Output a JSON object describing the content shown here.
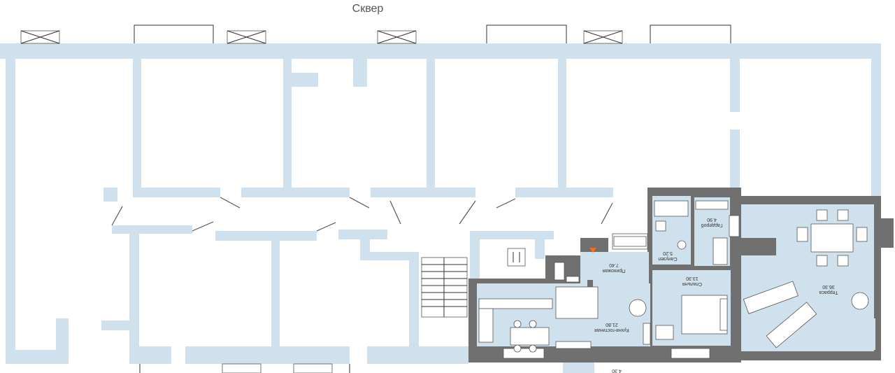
{
  "header": {
    "street_label": "Сквер"
  },
  "rooms": {
    "hall": {
      "name": "Прихожая",
      "area": "7.40"
    },
    "bathroom": {
      "name": "Санузел",
      "area": "5.20"
    },
    "wardrobe": {
      "name": "Гардероб",
      "area": "4.90"
    },
    "bedroom": {
      "name": "Спальня",
      "area": "13.30"
    },
    "kitchen": {
      "name": "Кухня-гостиная",
      "area": "21.80"
    },
    "terrace": {
      "name": "Терраса",
      "area": "36.30"
    },
    "balcony": {
      "area": "4.30"
    }
  },
  "colors": {
    "apartment": "#cfe1ec",
    "walls": "#707070",
    "entry_marker": "#ff6a1a"
  }
}
